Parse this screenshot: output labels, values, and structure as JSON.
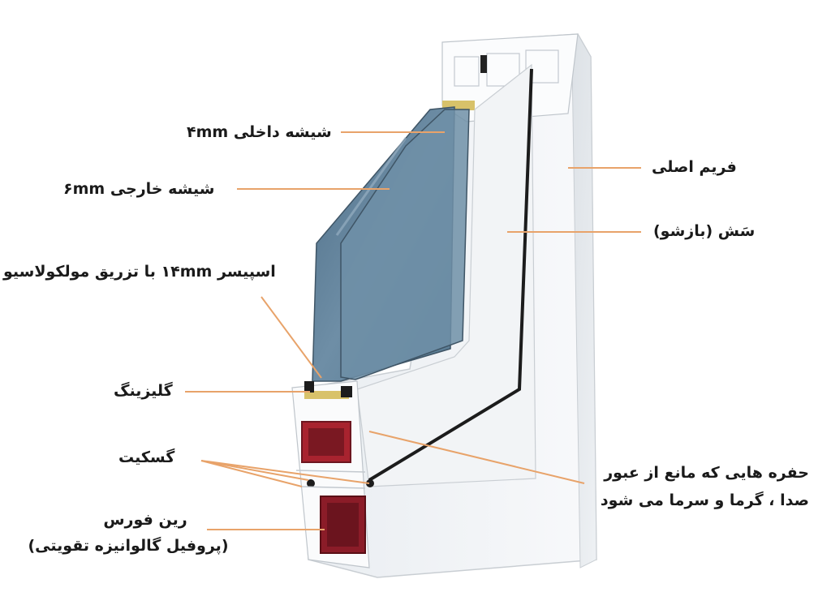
{
  "labels": {
    "inner_glass": "شیشه داخلی ۴mm",
    "outer_glass": "شیشه خارجی ۶mm",
    "spacer": "اسپیسر ۱۴mm با تزریق مولکولاسیو",
    "glazing": "گلیزینگ",
    "gasket": "گسکیت",
    "reinforce_line1": "رین فورس",
    "reinforce_line2": "(پروفیل گالوانیزه تقویتی)",
    "main_frame": "فریم اصلی",
    "sash": "سَش (بازشو)",
    "chambers_line1": "حفره هایی که مانع از عبور",
    "chambers_line2": "صدا ، گرما و سرما می شود"
  },
  "colors": {
    "leader": "#e8a36a",
    "glass": "#5e7e96",
    "profile": "#f4f6f8",
    "reinforcement": "#8b1c28",
    "gasket": "#1c1c1c"
  }
}
